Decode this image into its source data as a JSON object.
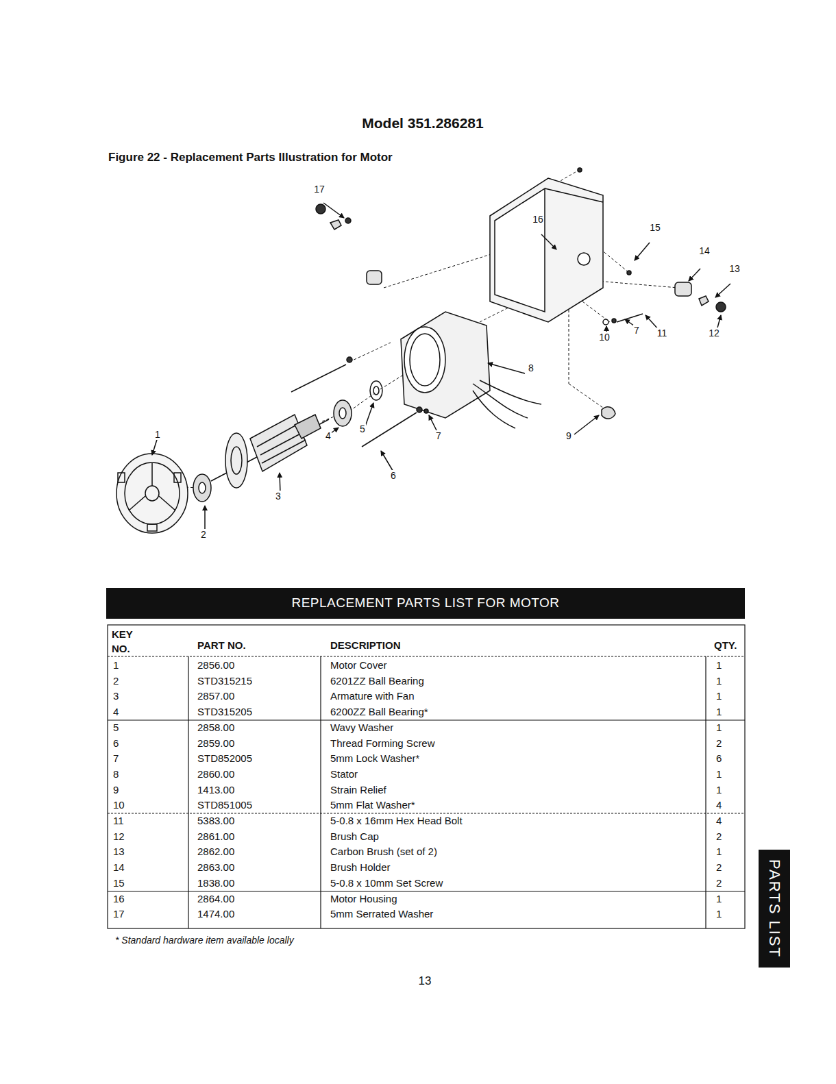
{
  "diagram": {
    "title": "Model 351.286281",
    "caption": "Figure 22 - Replacement Parts Illustration for Motor",
    "nodes": [
      {
        "text": [
          "REPLACEMENT PARTS LIST FOR MOTOR"
        ]
      },
      {
        "text": [
          "PARTS LIST"
        ]
      }
    ],
    "edges": [],
    "labels": [
      "16",
      "15",
      "14",
      "13",
      "17",
      "8",
      "11",
      "12",
      "10",
      "7",
      "9",
      "1",
      "5",
      "4",
      "7",
      "6",
      "3",
      "2",
      "KEY NO.",
      "PART NO.",
      "DESCRIPTION",
      "QTY.",
      "1",
      "2856.00",
      "Motor Cover",
      "1",
      "2",
      "STD315215",
      "6201ZZ Ball Bearing",
      "1",
      "3",
      "2857.00",
      "Armature with Fan",
      "1",
      "4",
      "STD315205",
      "6200ZZ Ball Bearing*",
      "1",
      "5",
      "2858.00",
      "Wavy Washer",
      "1",
      "6",
      "2859.00",
      "Thread Forming Screw",
      "2",
      "7",
      "STD852005",
      "5mm Lock Washer*",
      "6",
      "8",
      "2860.00",
      "Stator",
      "1",
      "9",
      "1413.00",
      "Strain Relief",
      "1",
      "10",
      "STD851005",
      "5mm Flat Washer*",
      "4",
      "11",
      "5383.00",
      "5-0.8 x 16mm Hex Head Bolt",
      "4",
      "12",
      "2861.00",
      "Brush Cap",
      "2",
      "13",
      "2862.00",
      "Carbon Brush (set of 2)",
      "1",
      "14",
      "2863.00",
      "Brush Holder",
      "2",
      "15",
      "1838.00",
      "5-0.8 x 10mm Set Screw",
      "2",
      "16",
      "2864.00",
      "Motor Housing",
      "1",
      "17",
      "1474.00",
      "5mm Serrated Washer",
      "1",
      "* Standard hardware item available locally",
      "13"
    ]
  }
}
